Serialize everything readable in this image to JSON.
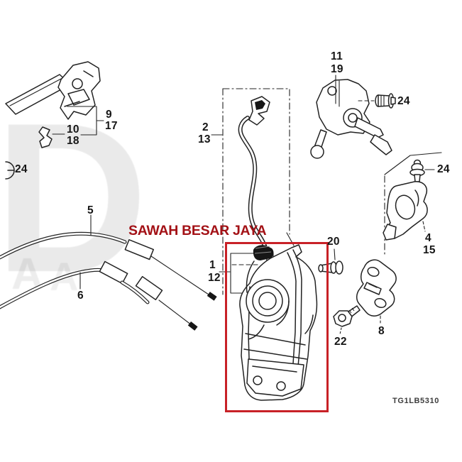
{
  "page": {
    "type": "exploded-parts-diagram",
    "diagram_code": "TG1LB5310",
    "seller_watermark": "SAWAH BESAR JAYA",
    "background_watermark": {
      "letter_large": "D",
      "letter_a1": "A",
      "letter_a2": "A"
    },
    "colors": {
      "highlight_red": "#c82127",
      "seller_red": "#a31116",
      "line": "#222222"
    }
  },
  "labels": {
    "n9": "9",
    "n17": "17",
    "n10": "10",
    "n18": "18",
    "n24_left": "24",
    "n24_top_right": "24",
    "n24_right": "24",
    "n5": "5",
    "n6": "6",
    "n2": "2",
    "n13": "13",
    "n1": "1",
    "n12": "12",
    "n11": "11",
    "n19": "19",
    "n4": "4",
    "n15": "15",
    "n20": "20",
    "n8": "8",
    "n22": "22"
  }
}
